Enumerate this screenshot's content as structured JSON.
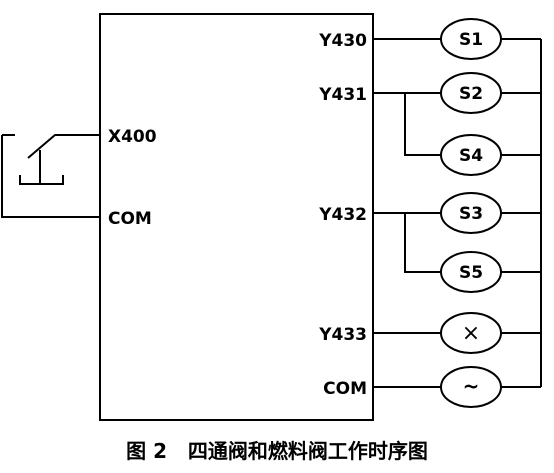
{
  "plc": {
    "inputs": {
      "x400": "X400",
      "com": "COM"
    },
    "outputs": {
      "y430": "Y430",
      "y431": "Y431",
      "y432": "Y432",
      "y433": "Y433",
      "com": "COM"
    }
  },
  "loads": {
    "s1": "S1",
    "s2": "S2",
    "s3": "S3",
    "s4": "S4",
    "s5": "S5",
    "lamp_symbol": "×",
    "ac_source_symbol": "~"
  },
  "caption": "图 2   四通阀和燃料阀工作时序图"
}
